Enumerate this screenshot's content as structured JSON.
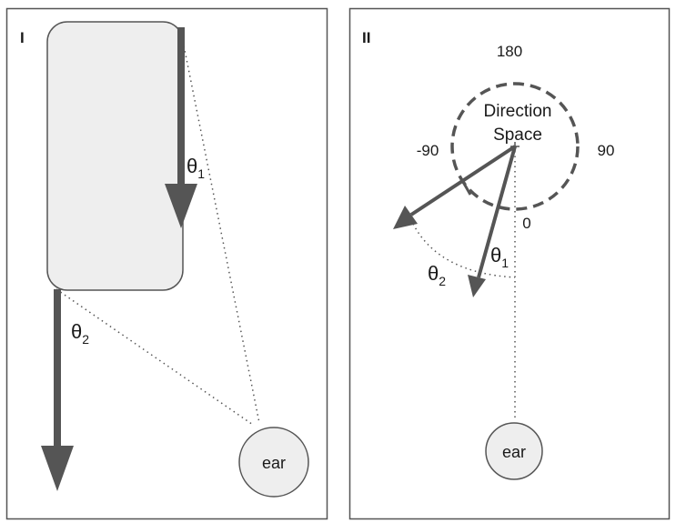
{
  "panel_1": {
    "label": "I",
    "theta_1": {
      "symbol": "θ",
      "subscript": "1"
    },
    "theta_2": {
      "symbol": "θ",
      "subscript": "2"
    },
    "ear": "ear"
  },
  "panel_2": {
    "label": "II",
    "circle_label_line1": "Direction",
    "circle_label_line2": "Space",
    "angle_top": "180",
    "angle_left": "-90",
    "angle_right": "90",
    "angle_bottom": "0",
    "theta_1": {
      "symbol": "θ",
      "subscript": "1"
    },
    "theta_2": {
      "symbol": "θ",
      "subscript": "2"
    },
    "ear": "ear"
  },
  "colors": {
    "arrow": "#555555",
    "panel_border": "#555555",
    "fill": "#eeeeee",
    "dotted": "#555555"
  }
}
